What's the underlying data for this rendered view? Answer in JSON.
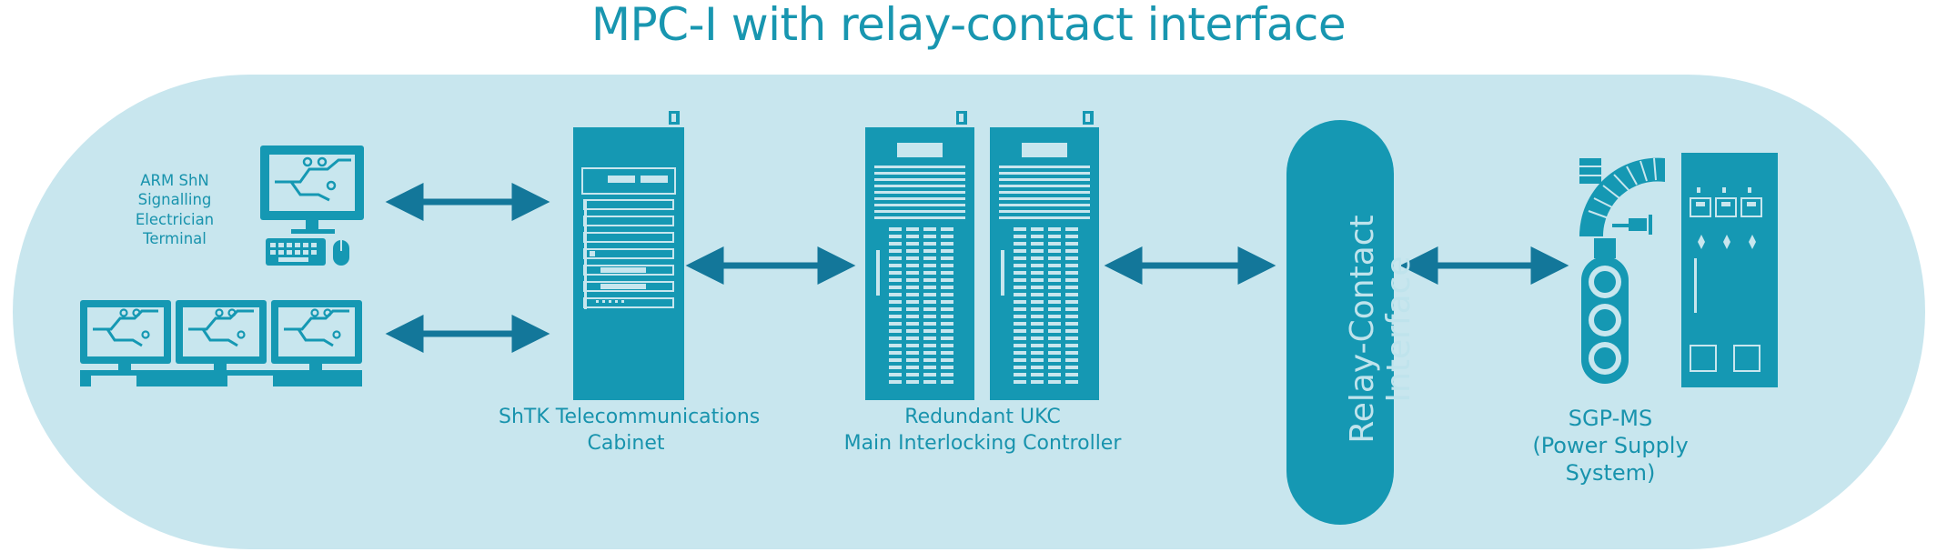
{
  "title": "MPC-I with relay-contact interface",
  "colors": {
    "background_pill": "#c8e6ee",
    "equipment": "#1598b3",
    "arrow": "#13779a",
    "title": "#1896b0",
    "interface_text": "#bfe3ec"
  },
  "nodes": {
    "arm_terminal": {
      "label_lines": [
        "ARM ShN",
        "Signalling",
        "Electrician",
        "Terminal"
      ]
    },
    "operator_workstations": {
      "icon": "monitor-icon"
    },
    "shtk_cabinet": {
      "label_lines": [
        "ShTK Telecommunications",
        "Cabinet"
      ]
    },
    "ukc_controller": {
      "label_lines": [
        "Redundant UKC",
        "Main Interlocking Controller"
      ]
    },
    "relay_interface": {
      "label_lines": [
        "Relay-Contact",
        "Interface"
      ]
    },
    "sgp_ms": {
      "label_lines": [
        "SGP-MS",
        "(Power Supply",
        "System)"
      ]
    }
  },
  "edges": [
    {
      "from": "arm_terminal",
      "to": "shtk_cabinet",
      "direction": "both"
    },
    {
      "from": "operator_workstations",
      "to": "shtk_cabinet",
      "direction": "both"
    },
    {
      "from": "shtk_cabinet",
      "to": "ukc_controller",
      "direction": "both"
    },
    {
      "from": "ukc_controller",
      "to": "relay_interface",
      "direction": "both"
    },
    {
      "from": "relay_interface",
      "to": "sgp_ms",
      "direction": "both"
    }
  ]
}
